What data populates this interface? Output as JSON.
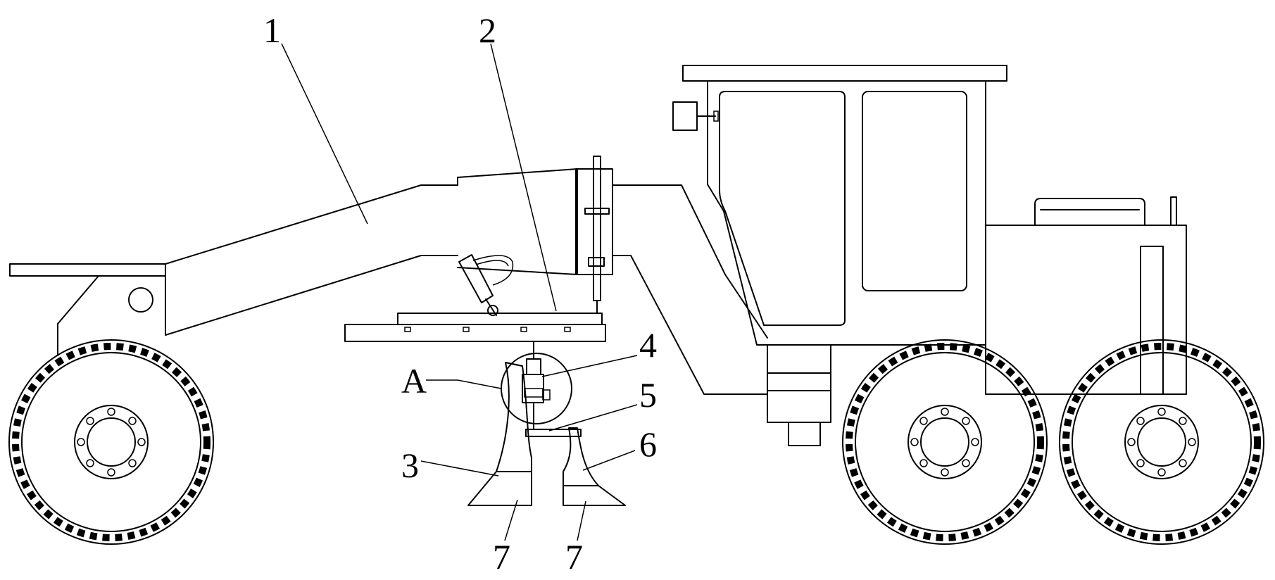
{
  "figure": {
    "subject": "motor grader with ripper attachment",
    "callouts": [
      {
        "id": "callout-1",
        "text": "1"
      },
      {
        "id": "callout-2",
        "text": "2"
      },
      {
        "id": "callout-3",
        "text": "3"
      },
      {
        "id": "callout-4",
        "text": "4"
      },
      {
        "id": "callout-5",
        "text": "5"
      },
      {
        "id": "callout-6",
        "text": "6"
      },
      {
        "id": "callout-7a",
        "text": "7"
      },
      {
        "id": "callout-7b",
        "text": "7"
      },
      {
        "id": "callout-A",
        "text": "A"
      }
    ],
    "colors": {
      "line": "#000000",
      "background": "#ffffff"
    }
  }
}
